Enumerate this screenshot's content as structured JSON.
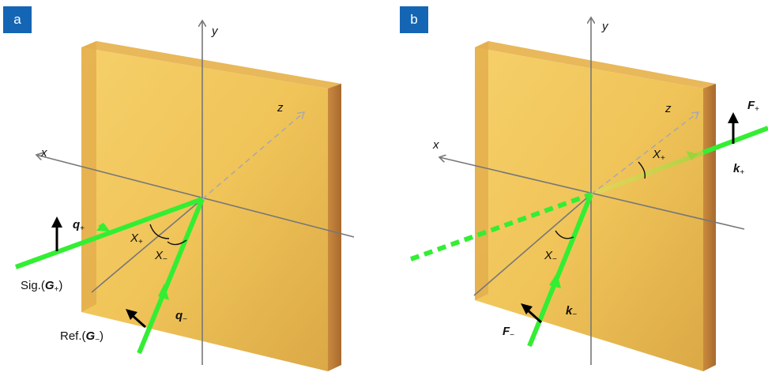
{
  "panel_a": {
    "tag": "a",
    "axis_x": "x",
    "axis_y": "y",
    "axis_z": "z",
    "q_plus": "q",
    "q_plus_sub": "+",
    "q_minus": "q",
    "q_minus_sub": "−",
    "chi_plus": "X",
    "chi_plus_sub": "+",
    "chi_minus": "X",
    "chi_minus_sub": "−",
    "sig_prefix": "Sig.(",
    "sig_var": "G",
    "sig_sub": "+",
    "sig_suffix": ")",
    "ref_prefix": "Ref.(",
    "ref_var": "G",
    "ref_sub": "−",
    "ref_suffix": ")"
  },
  "panel_b": {
    "tag": "b",
    "axis_x": "x",
    "axis_y": "y",
    "axis_z": "z",
    "f_plus": "F",
    "f_plus_sub": "+",
    "k_plus": "k",
    "k_plus_sub": "+",
    "chi_plus": "X",
    "chi_plus_sub": "+",
    "chi_minus": "X",
    "chi_minus_sub": "−",
    "k_minus": "k",
    "k_minus_sub": "−",
    "f_minus": "F",
    "f_minus_sub": "−"
  },
  "colors": {
    "beam": "#33ee33",
    "crystal_front": "#f0c24e",
    "crystal_side": "#c9803a",
    "axis": "#777777",
    "tag": "#1565b5"
  }
}
